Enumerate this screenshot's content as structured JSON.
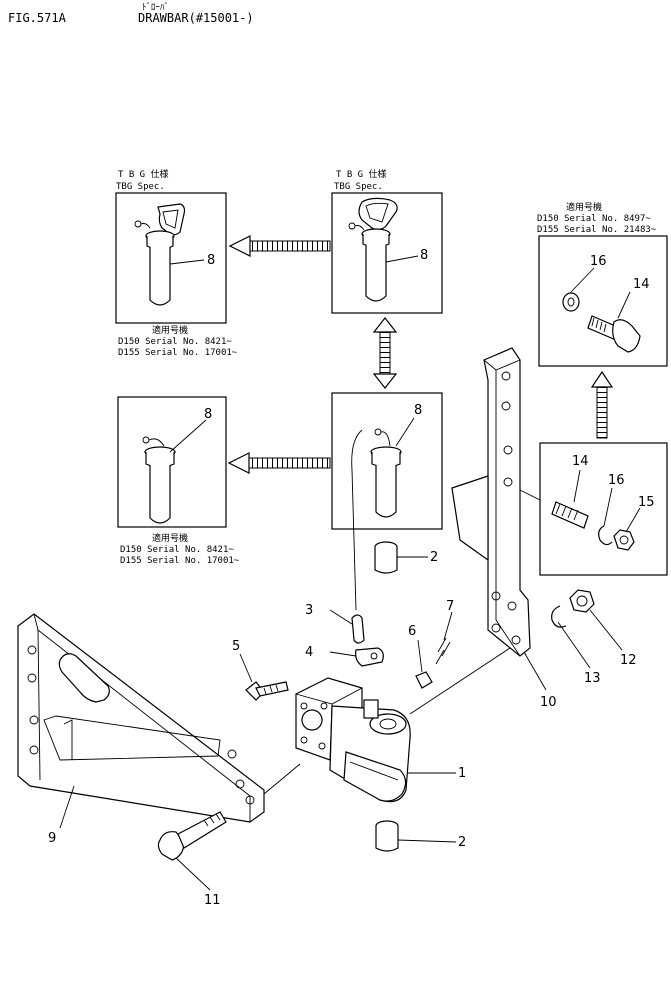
{
  "header": {
    "fig_label": "FIG.571A",
    "kana_title": "ﾄﾞﾛｰﾊﾞ",
    "title": "DRAWBAR(#15001-)"
  },
  "boxes": [
    {
      "id": "box-a",
      "caption_jp": "T B G 仕様",
      "caption_en": "TBG Spec.",
      "callout": "8",
      "applicable_jp": "適用号機",
      "serial_lines": [
        "D150  Serial  No.  8421~",
        "D155  Serial  No.  17001~"
      ]
    },
    {
      "id": "box-b",
      "caption_jp": "T B G 仕様",
      "caption_en": "TBG  Spec.",
      "callout": "8"
    },
    {
      "id": "box-c",
      "callout": "8",
      "applicable_jp": "適用号機",
      "serial_lines": [
        "D150  Serial  No.  8421~",
        "D155  Serial  No.  17001~"
      ]
    },
    {
      "id": "box-d",
      "callout": "8"
    },
    {
      "id": "box-e",
      "applicable_jp": "適用号機",
      "serial_lines": [
        "D150  Serial  No.  8497~",
        "D155  Serial  No.  21483~"
      ],
      "callouts": [
        "16",
        "14"
      ]
    },
    {
      "id": "box-f",
      "callouts": [
        "14",
        "16",
        "15"
      ]
    }
  ],
  "callouts": [
    "1",
    "2",
    "2",
    "3",
    "4",
    "5",
    "6",
    "7",
    "9",
    "10",
    "11",
    "12",
    "13"
  ]
}
